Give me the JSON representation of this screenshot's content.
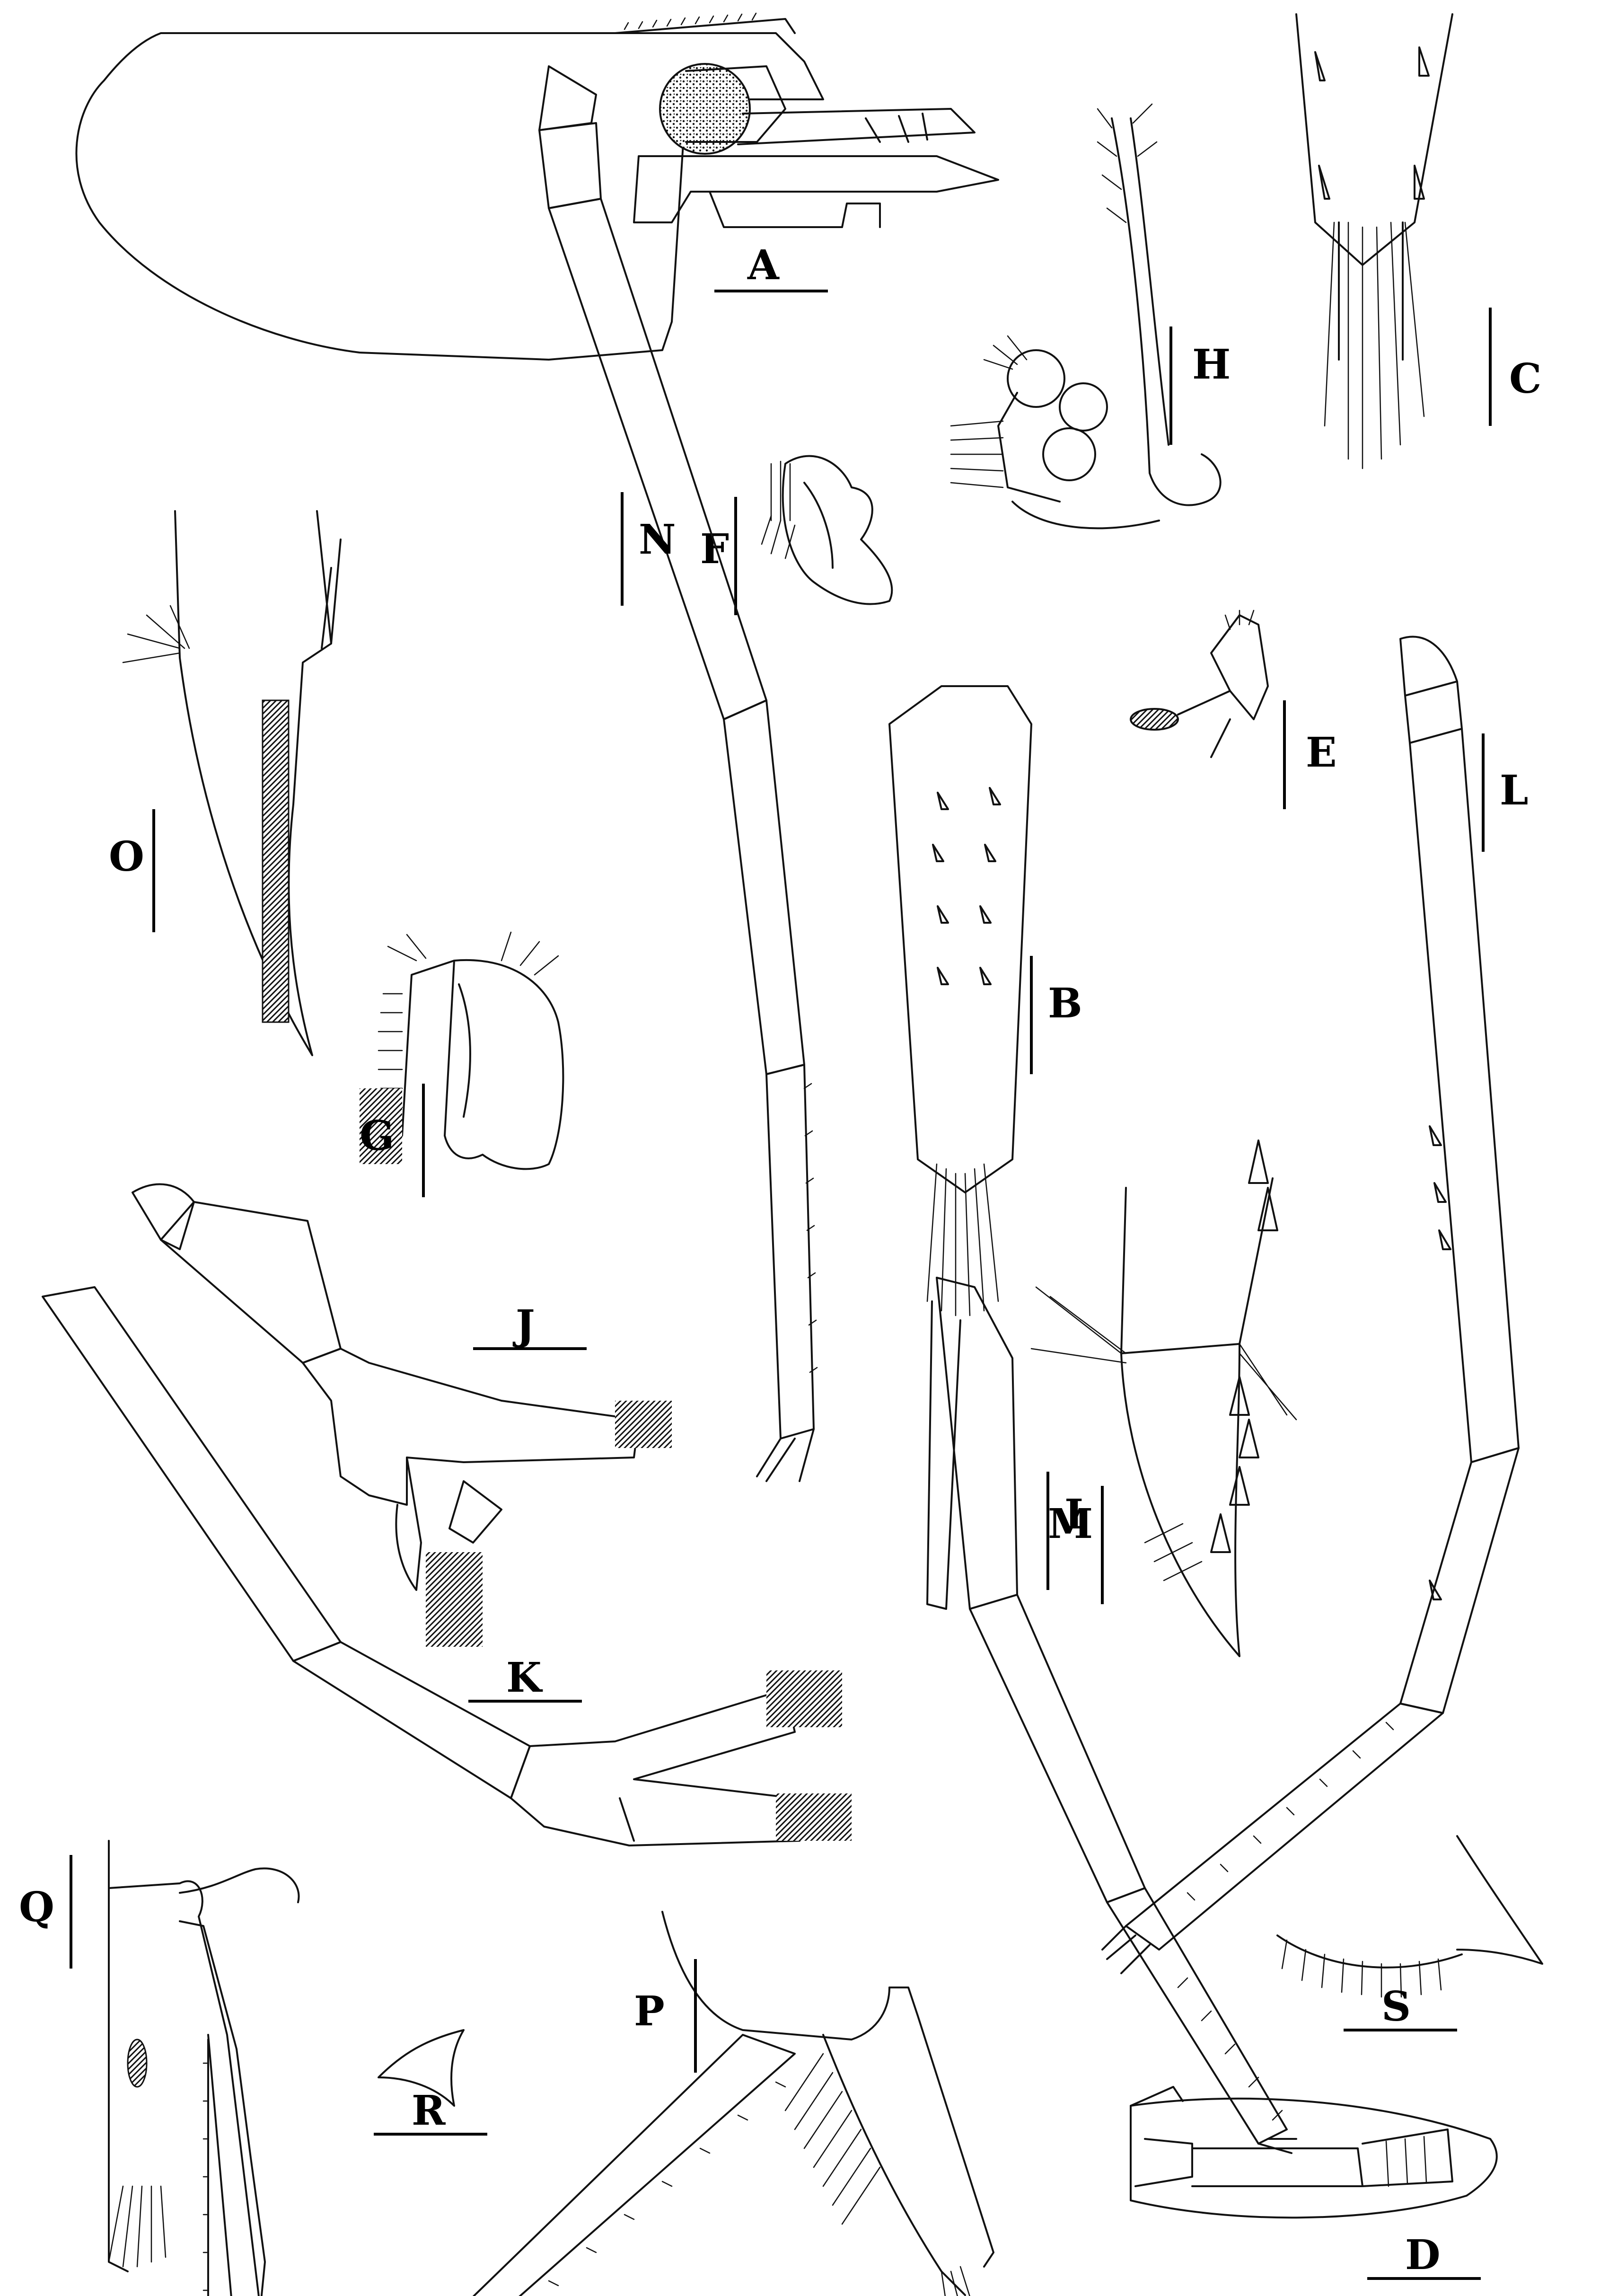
{
  "figure": {
    "background": "#ffffff",
    "ink_color": "#111111",
    "panels": [
      {
        "id": "A",
        "label": "A"
      },
      {
        "id": "B",
        "label": "B"
      },
      {
        "id": "C",
        "label": "C"
      },
      {
        "id": "D",
        "label": "D"
      },
      {
        "id": "E",
        "label": "E"
      },
      {
        "id": "F",
        "label": "F"
      },
      {
        "id": "G",
        "label": "G"
      },
      {
        "id": "H",
        "label": "H"
      },
      {
        "id": "I",
        "label": "I"
      },
      {
        "id": "J",
        "label": "J"
      },
      {
        "id": "K",
        "label": "K"
      },
      {
        "id": "L",
        "label": "L"
      },
      {
        "id": "M",
        "label": "M"
      },
      {
        "id": "N",
        "label": "N"
      },
      {
        "id": "O",
        "label": "O"
      },
      {
        "id": "P",
        "label": "P"
      },
      {
        "id": "Q",
        "label": "Q"
      },
      {
        "id": "R",
        "label": "R"
      },
      {
        "id": "S",
        "label": "S"
      }
    ]
  }
}
